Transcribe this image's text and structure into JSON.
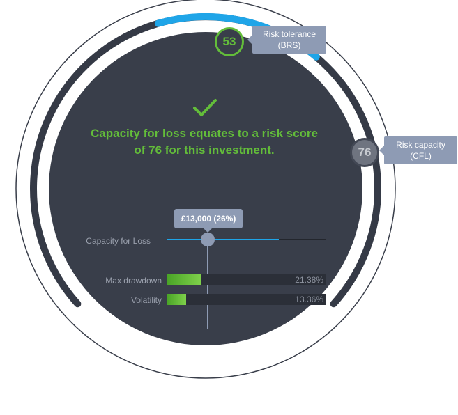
{
  "brs": {
    "score": "53",
    "label_line1": "Risk tolerance",
    "label_line2": "(BRS)"
  },
  "cfl": {
    "score": "76",
    "label_line1": "Risk capacity",
    "label_line2": "(CFL)"
  },
  "headline": "Capacity for loss equates to a risk score of 76 for this investment.",
  "slider": {
    "label": "Capacity for Loss",
    "value_text": "£13,000 (26%)",
    "value_fraction": 0.26,
    "fill_fraction": 0.7
  },
  "bars": {
    "drawdown": {
      "label": "Max drawdown",
      "value_text": "21.38%",
      "fraction": 0.2138
    },
    "volatility": {
      "label": "Volatility",
      "value_text": "13.36%",
      "fraction": 0.1336
    }
  },
  "colors": {
    "dial_face": "#393e4a",
    "dial_outer_ring": "#353a46",
    "brs_arc": "#1fa5e8",
    "accent_green": "#63bd3a",
    "callout": "#8e9bb4"
  },
  "icons": {
    "check": "check-icon"
  }
}
